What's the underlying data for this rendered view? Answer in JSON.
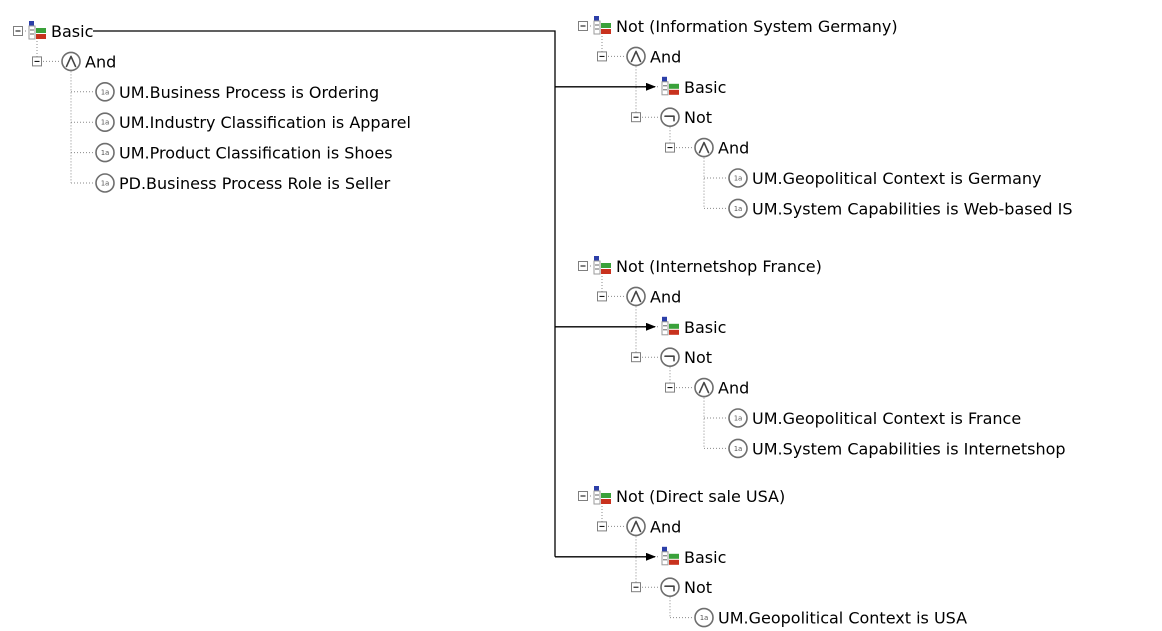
{
  "trees": [
    {
      "id": "basic",
      "label": "Basic",
      "icon": "rule-set-icon",
      "children": [
        {
          "label": "And",
          "icon": "and-icon",
          "children": [
            {
              "label": "UM.Business Process is Ordering",
              "icon": "statement-icon"
            },
            {
              "label": "UM.Industry Classification is Apparel",
              "icon": "statement-icon"
            },
            {
              "label": "UM.Product Classification is Shoes",
              "icon": "statement-icon"
            },
            {
              "label": "PD.Business Process Role is Seller",
              "icon": "statement-icon"
            }
          ]
        }
      ]
    },
    {
      "id": "germany",
      "label": "Not (Information System Germany)",
      "icon": "rule-set-icon",
      "children": [
        {
          "label": "And",
          "icon": "and-icon",
          "children": [
            {
              "label": "Basic",
              "icon": "rule-set-icon",
              "link": true
            },
            {
              "label": "Not",
              "icon": "not-icon",
              "children": [
                {
                  "label": "And",
                  "icon": "and-icon",
                  "children": [
                    {
                      "label": "UM.Geopolitical Context is Germany",
                      "icon": "statement-icon"
                    },
                    {
                      "label": "UM.System Capabilities is Web-based IS",
                      "icon": "statement-icon"
                    }
                  ]
                }
              ]
            }
          ]
        }
      ]
    },
    {
      "id": "france",
      "label": "Not (Internetshop France)",
      "icon": "rule-set-icon",
      "children": [
        {
          "label": "And",
          "icon": "and-icon",
          "children": [
            {
              "label": "Basic",
              "icon": "rule-set-icon",
              "link": true
            },
            {
              "label": "Not",
              "icon": "not-icon",
              "children": [
                {
                  "label": "And",
                  "icon": "and-icon",
                  "children": [
                    {
                      "label": "UM.Geopolitical Context is France",
                      "icon": "statement-icon"
                    },
                    {
                      "label": "UM.System Capabilities is Internetshop",
                      "icon": "statement-icon"
                    }
                  ]
                }
              ]
            }
          ]
        }
      ]
    },
    {
      "id": "usa",
      "label": "Not (Direct sale USA)",
      "icon": "rule-set-icon",
      "children": [
        {
          "label": "And",
          "icon": "and-icon",
          "children": [
            {
              "label": "Basic",
              "icon": "rule-set-icon",
              "link": true
            },
            {
              "label": "Not",
              "icon": "not-icon",
              "children": [
                {
                  "label": "UM.Geopolitical Context is USA",
                  "icon": "statement-icon"
                }
              ]
            }
          ]
        }
      ]
    }
  ],
  "statement_glyph": "1a",
  "icon_colors": {
    "blue": "#2c3fa8",
    "green": "#3aa13a",
    "red": "#c8321e",
    "gray": "#9a9a9a"
  }
}
